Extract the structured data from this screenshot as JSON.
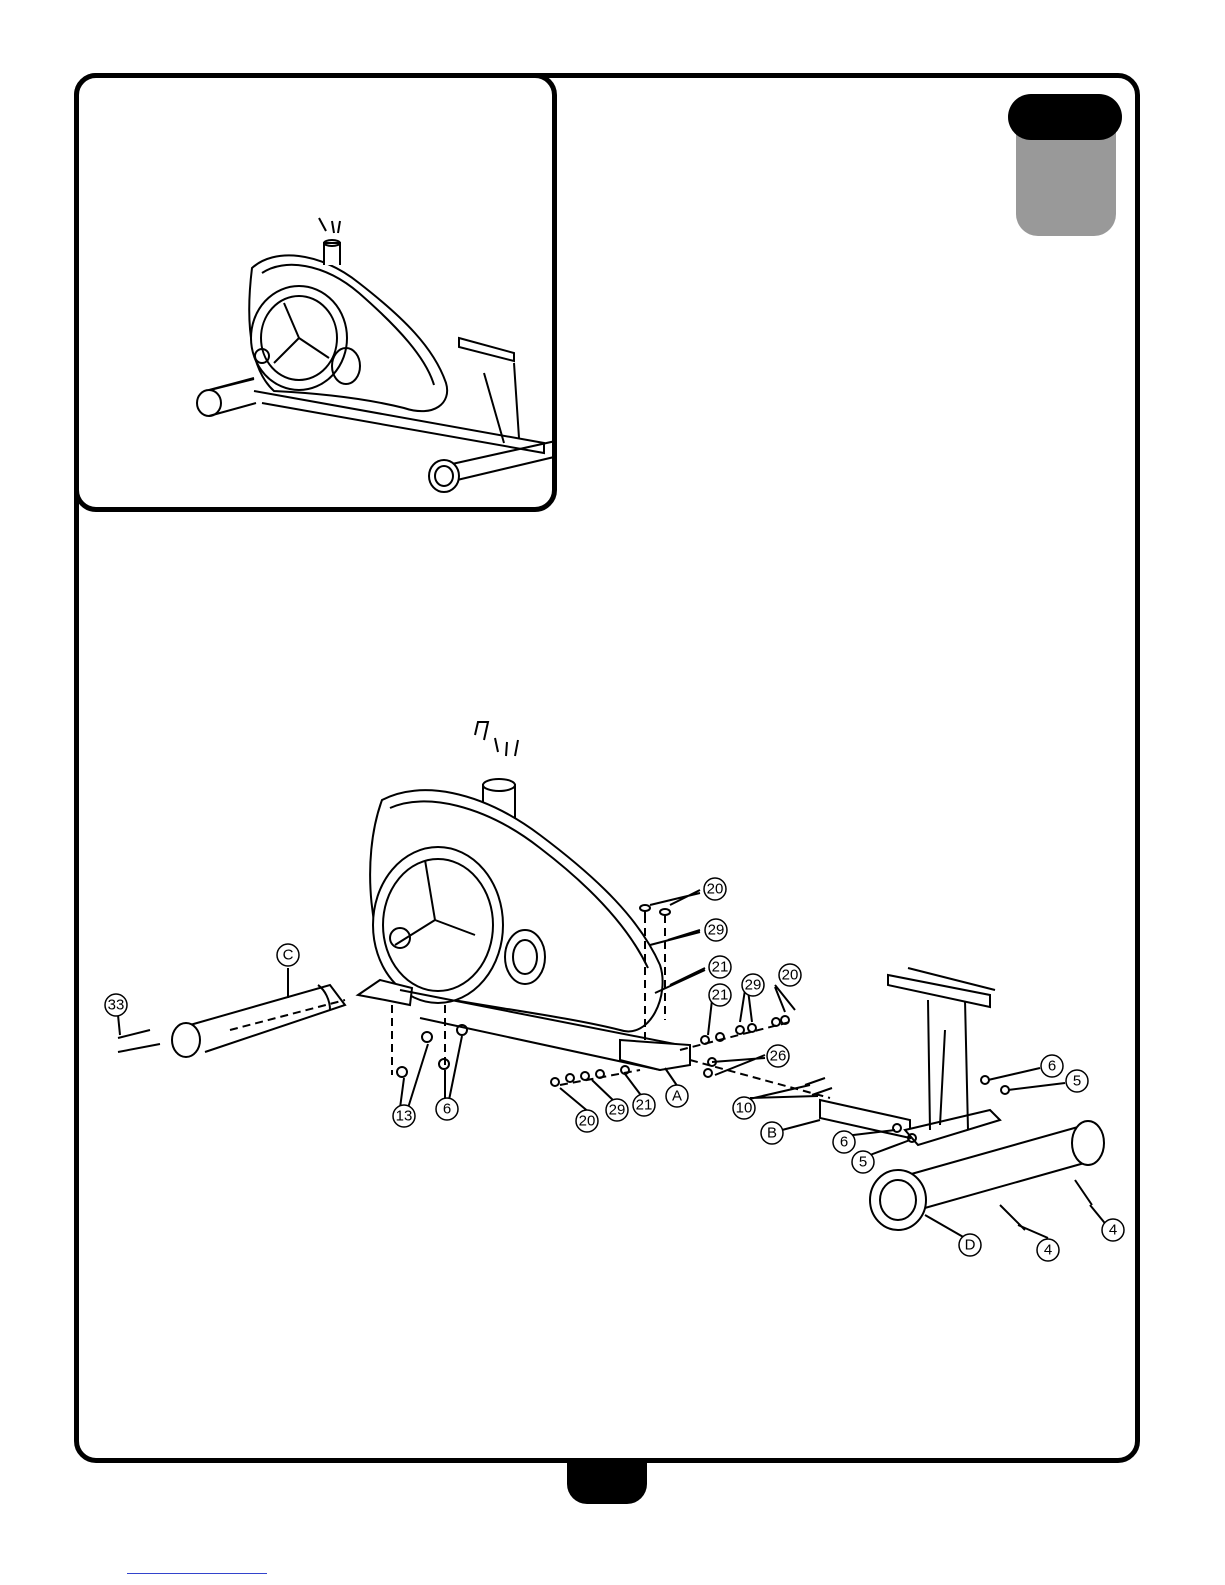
{
  "callouts": {
    "c20a": "20",
    "c29a": "29",
    "c21a": "21",
    "c21b": "21",
    "c29b": "29",
    "c20b": "20",
    "c26": "26",
    "c33": "33",
    "cC": "C",
    "c13": "13",
    "c6a": "6",
    "cA": "A",
    "c20c": "20",
    "c29c": "29",
    "c21c": "21",
    "c10": "10",
    "cB": "B",
    "c6b": "6",
    "c5a": "5",
    "c6c": "6",
    "c5b": "5",
    "cD": "D",
    "c4a": "4",
    "c4b": "4"
  },
  "colors": {
    "outline": "#000000",
    "step_tab": "#999999",
    "footer_link": "#3344cc"
  }
}
